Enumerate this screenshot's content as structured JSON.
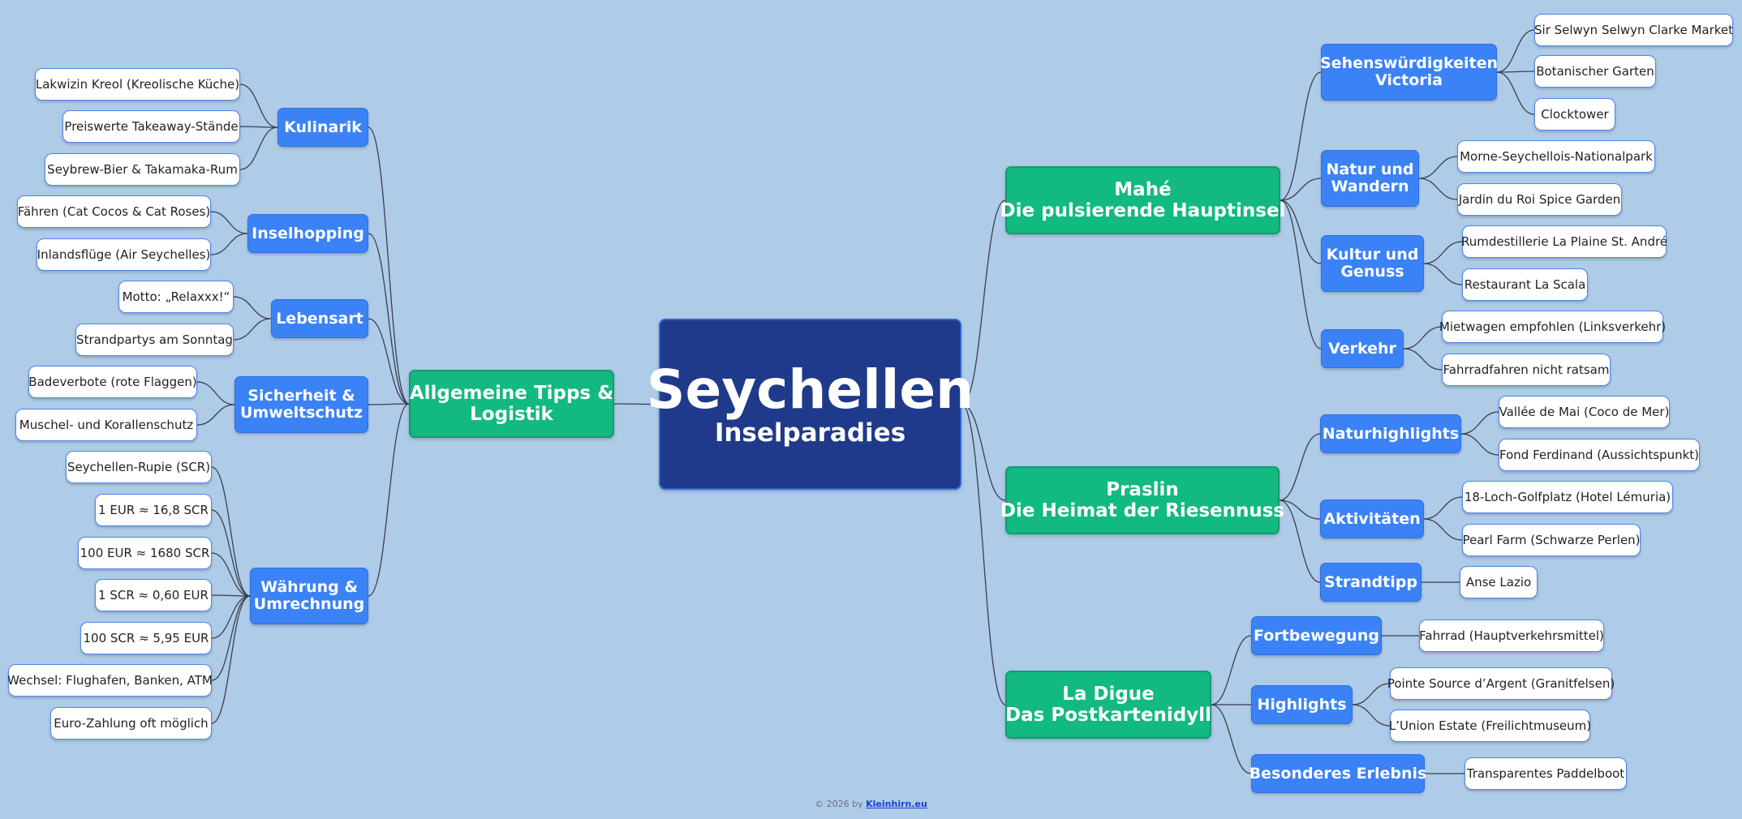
{
  "root": {
    "title": "Seychellen",
    "subtitle": "Inselparadies"
  },
  "left": {
    "main": {
      "line1": "Allgemeine Tipps &",
      "line2": "Logistik"
    },
    "kulinarik": {
      "label": "Kulinarik",
      "items": [
        "Lakwizin Kreol (Kreolische Küche)",
        "Preiswerte Takeaway-Stände",
        "Seybrew-Bier & Takamaka-Rum"
      ]
    },
    "inselhopping": {
      "label": "Inselhopping",
      "items": [
        "Fähren (Cat Cocos & Cat Roses)",
        "Inlandsflüge (Air Seychelles)"
      ]
    },
    "lebensart": {
      "label": "Lebensart",
      "items": [
        "Motto: „Relaxxx!“",
        "Strandpartys am Sonntag"
      ]
    },
    "sicherheit": {
      "line1": "Sicherheit &",
      "line2": "Umweltschutz",
      "items": [
        "Badeverbote (rote Flaggen)",
        "Muschel- und Korallenschutz"
      ]
    },
    "waehrung": {
      "line1": "Währung &",
      "line2": "Umrechnung",
      "items": [
        "Seychellen-Rupie (SCR)",
        "1 EUR ≈ 16,8 SCR",
        "100 EUR ≈ 1680 SCR",
        "1 SCR ≈ 0,60 EUR",
        "100 SCR ≈ 5,95 EUR",
        "Wechsel: Flughafen, Banken, ATM",
        "Euro-Zahlung oft möglich"
      ]
    }
  },
  "mahe": {
    "line1": "Mahé",
    "line2": "Die pulsierende Hauptinsel",
    "sehens": {
      "line1": "Sehenswürdigkeiten",
      "line2": "Victoria",
      "items": [
        "Sir Selwyn Selwyn Clarke Market",
        "Botanischer Garten",
        "Clocktower"
      ]
    },
    "natur": {
      "line1": "Natur und",
      "line2": "Wandern",
      "items": [
        "Morne-Seychellois-Nationalpark",
        "Jardin du Roi Spice Garden"
      ]
    },
    "kultur": {
      "line1": "Kultur und",
      "line2": "Genuss",
      "items": [
        "Rumdestillerie La Plaine St. André",
        "Restaurant La Scala"
      ]
    },
    "verkehr": {
      "label": "Verkehr",
      "items": [
        "Mietwagen empfohlen (Linksverkehr)",
        "Fahrradfahren nicht ratsam"
      ]
    }
  },
  "praslin": {
    "line1": "Praslin",
    "line2": "Die Heimat der Riesennuss",
    "natur": {
      "label": "Naturhighlights",
      "items": [
        "Vallée de Mai (Coco de Mer)",
        "Fond Ferdinand (Aussichtspunkt)"
      ]
    },
    "akt": {
      "label": "Aktivitäten",
      "items": [
        "18-Loch-Golfplatz (Hotel Lémuria)",
        "Pearl Farm (Schwarze Perlen)"
      ]
    },
    "strand": {
      "label": "Strandtipp",
      "items": [
        "Anse Lazio"
      ]
    }
  },
  "ladigue": {
    "line1": "La Digue",
    "line2": "Das Postkartenidyll",
    "fort": {
      "label": "Fortbewegung",
      "items": [
        "Fahrrad (Hauptverkehrsmittel)"
      ]
    },
    "high": {
      "label": "Highlights",
      "items": [
        "Pointe Source d’Argent (Granitfelsen)",
        "L’Union Estate (Freilichtmuseum)"
      ]
    },
    "beson": {
      "label": "Besonderes Erlebnis",
      "items": [
        "Transparentes Paddelboot"
      ]
    }
  },
  "footer": {
    "prefix": "© 2026 by",
    "link": "Kleinhirn.eu"
  }
}
